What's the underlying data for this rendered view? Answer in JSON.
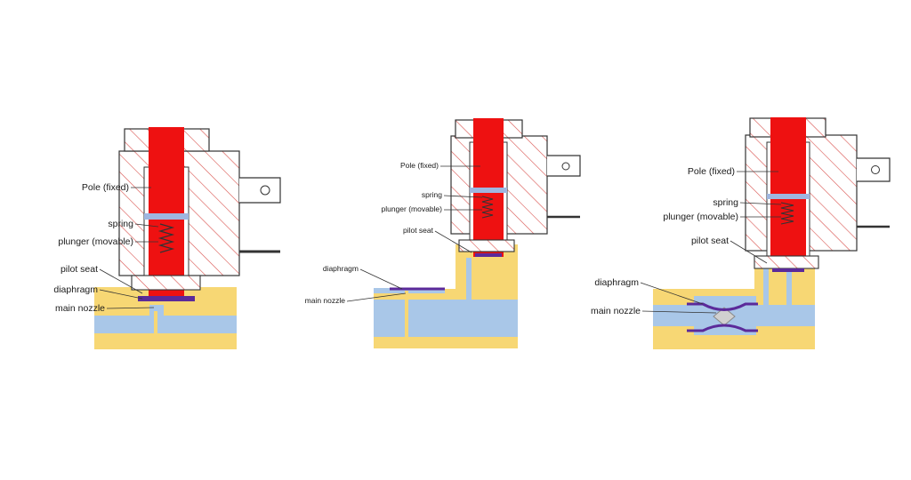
{
  "colors": {
    "body_fill": "#ffffff",
    "hatch": "#d9534f",
    "pole": "#ee1111",
    "plunger": "#ee1111",
    "spring": "#333333",
    "gap_band": "#9fb6e0",
    "fluid_yellow": "#f7d774",
    "fluid_blue": "#a9c7e8",
    "diaphragm": "#5b2a9a",
    "outline": "#333333"
  },
  "panels": [
    {
      "id": "direct-acting",
      "labels": {
        "pole": "Pole (fixed)",
        "spring": "spring",
        "plunger": "plunger (movable)",
        "pilot_seat": "pilot seat",
        "diaphragm": "diaphragm",
        "main_nozzle": "main nozzle"
      }
    },
    {
      "id": "semi-direct-acting",
      "labels": {
        "pole": "Pole (fixed)",
        "spring": "spring",
        "plunger": "plunger (movable)",
        "pilot_seat": "pilot seat",
        "diaphragm": "diaphragm",
        "main_nozzle": "main nozzle"
      }
    },
    {
      "id": "pilot-operated",
      "labels": {
        "pole": "Pole (fixed)",
        "spring": "spring",
        "plunger": "plunger (movable)",
        "pilot_seat": "pilot seat",
        "diaphragm": "diaphragm",
        "main_nozzle": "main nozzle"
      }
    }
  ]
}
